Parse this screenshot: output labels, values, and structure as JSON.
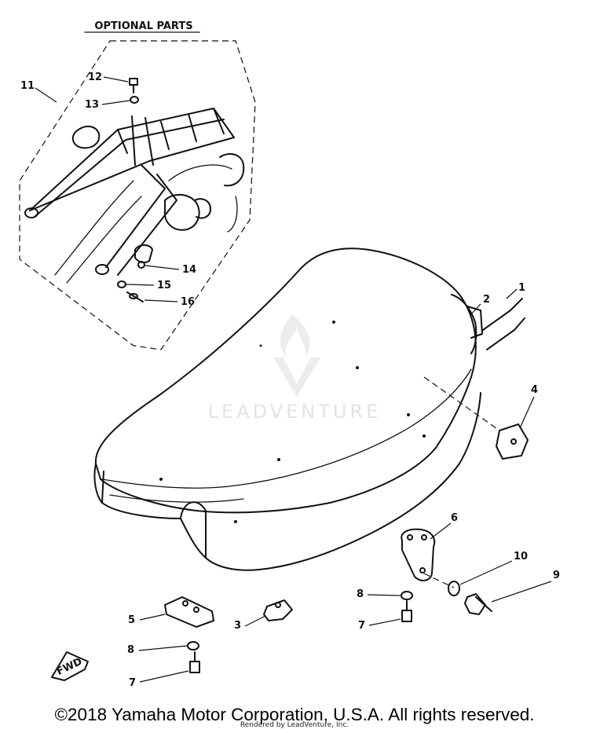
{
  "optional_parts_title": "OPTIONAL PARTS",
  "watermark_text": "LEADVENTURE",
  "callouts": {
    "c1": "1",
    "c2": "2",
    "c3": "3",
    "c4": "4",
    "c5": "5",
    "c6": "6",
    "c7a": "7",
    "c7b": "7",
    "c8a": "8",
    "c8b": "8",
    "c9": "9",
    "c10": "10",
    "c11": "11",
    "c12": "12",
    "c13": "13",
    "c14": "14",
    "c15": "15",
    "c16": "16"
  },
  "fwd_label": "FWD",
  "footer": {
    "copyright": "©2018 Yamaha Motor Corporation, U.S.A. All rights reserved.",
    "rendered_by": "Rendered by LeadVenture, Inc."
  },
  "colors": {
    "ink": "#111111",
    "background": "#ffffff",
    "watermark": "#e3e3e3"
  }
}
